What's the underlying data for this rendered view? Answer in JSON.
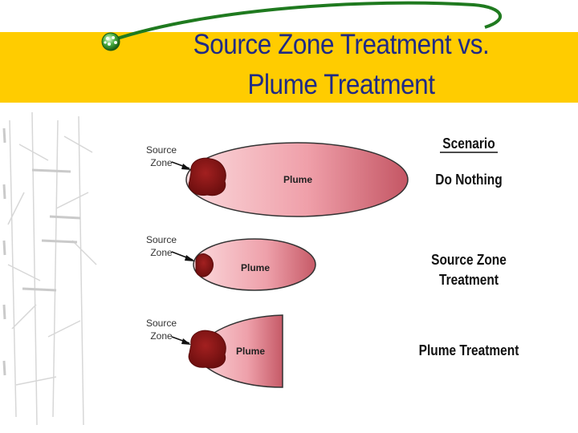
{
  "title": {
    "line1": "Source Zone Treatment vs.",
    "line2": "Plume Treatment"
  },
  "colors": {
    "banner": "#ffcc00",
    "title": "#1f2a86",
    "source_zone": "#8b1a1a",
    "plume_light": "#f7c7cc",
    "plume_dark": "#c85a67",
    "swoosh": "#1f7a1f"
  },
  "bullet_icon": "green-bead-icon",
  "diagram": {
    "heading": "Scenario",
    "rows": [
      {
        "source_label_1": "Source",
        "source_label_2": "Zone",
        "plume_label": "Plume",
        "scenario_1": "Do Nothing",
        "scenario_2": ""
      },
      {
        "source_label_1": "Source",
        "source_label_2": "Zone",
        "plume_label": "Plume",
        "scenario_1": "Source Zone",
        "scenario_2": "Treatment"
      },
      {
        "source_label_1": "Source",
        "source_label_2": "Zone",
        "plume_label": "Plume",
        "scenario_1": "Plume Treatment",
        "scenario_2": ""
      }
    ]
  }
}
